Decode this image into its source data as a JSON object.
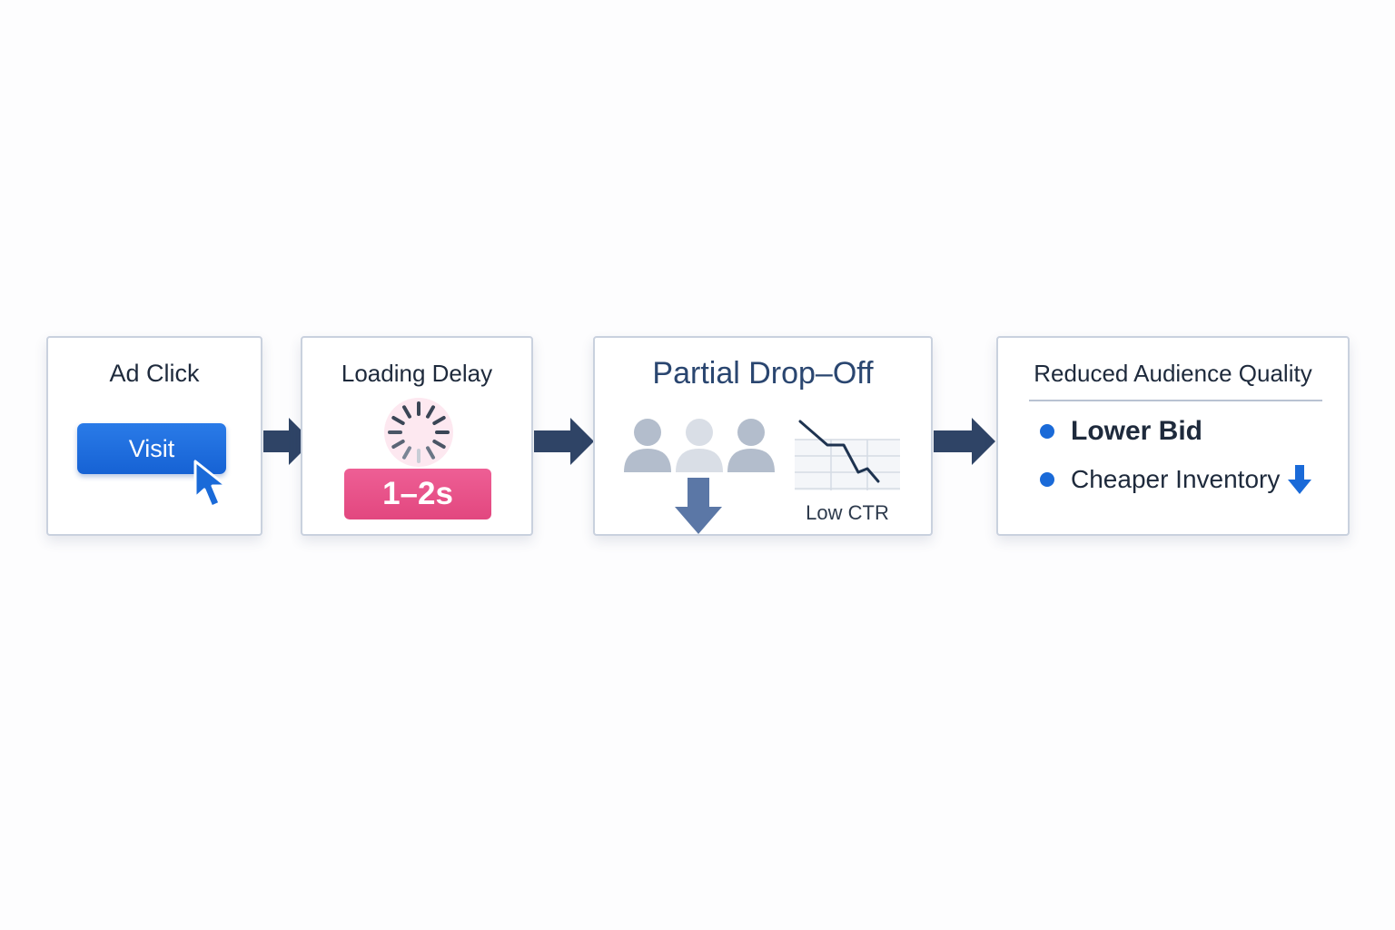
{
  "steps": {
    "ad_click": {
      "title": "Ad Click",
      "button_label": "Visit"
    },
    "loading": {
      "title": "Loading Delay",
      "delay_badge": "1–2s"
    },
    "dropoff": {
      "title": "Partial Drop–Off",
      "chart_label": "Low CTR"
    },
    "quality": {
      "title": "Reduced Audience Quality",
      "bullets": [
        "Lower Bid",
        "Cheaper Inventory"
      ]
    }
  },
  "icons": {
    "cursor": "pointer-cursor-icon",
    "spinner": "loading-spinner-icon",
    "people": "users-icon",
    "decline": "down-arrow-icon",
    "trend": "declining-line-chart-icon"
  },
  "colors": {
    "accent_blue": "#1a6ad8",
    "delay_pink": "#e94f88",
    "flow_arrow": "#2f4466",
    "title_navy": "#2a4670"
  }
}
